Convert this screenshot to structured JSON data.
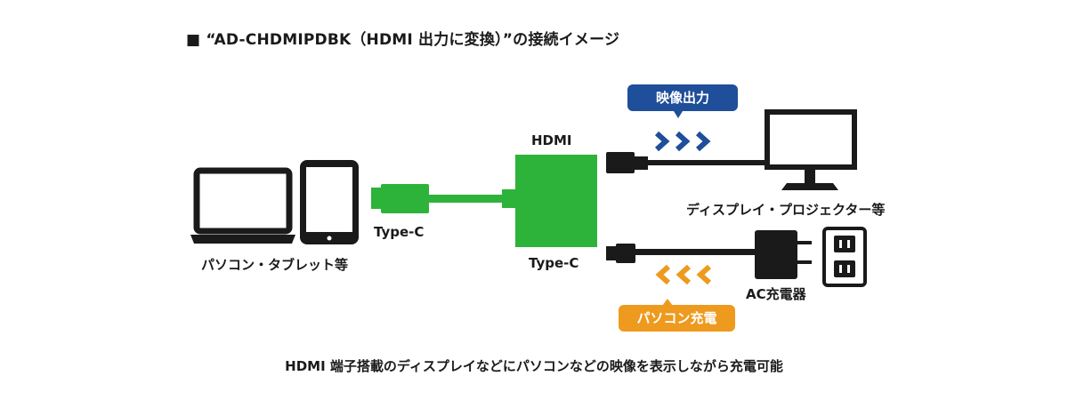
{
  "title": "■ “AD-CHDMIPDBK（HDMI 出力に変換）”の接続イメージ",
  "labels": {
    "pc_tablet": "パソコン・タブレット等",
    "typec_left": "Type-C",
    "hdmi": "HDMI",
    "typec_bottom": "Type-C",
    "display": "ディスプレイ・プロジェクター等",
    "charger": "AC充電器"
  },
  "badges": {
    "video_out": "映像出力",
    "pc_charge": "パソコン充電"
  },
  "caption": "HDMI 端子搭載のディスプレイなどにパソコンなどの映像を表示しながら充電可能",
  "colors": {
    "adapter_green": "#2db33a",
    "video_blue": "#1f4e9a",
    "charge_orange": "#ee9a1e",
    "device_black": "#1a1a1a"
  },
  "icons": [
    "laptop-icon",
    "tablet-icon",
    "monitor-icon",
    "ac-charger-icon",
    "wall-outlet-icon",
    "chevron-right-icon",
    "chevron-left-icon"
  ]
}
